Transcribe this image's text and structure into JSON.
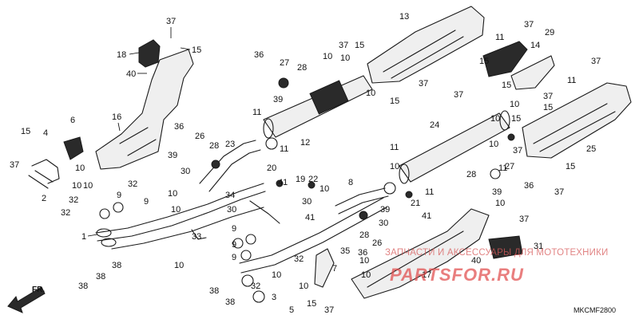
{
  "diagram": {
    "code": "MKCMF2800",
    "direction_label": "FR.",
    "watermark": {
      "line1": "ЗАПЧАСТИ И АКСЕССУАРЫ ДЛЯ МОТОТЕХНИКИ",
      "line2": "PARTSFOR.RU"
    },
    "callouts": [
      "1",
      "2",
      "3",
      "4",
      "5",
      "6",
      "7",
      "8",
      "9",
      "10",
      "11",
      "12",
      "13",
      "14",
      "15",
      "16",
      "17",
      "18",
      "19",
      "20",
      "21",
      "22",
      "23",
      "24",
      "25",
      "26",
      "27",
      "28",
      "29",
      "30",
      "31",
      "32",
      "33",
      "34",
      "35",
      "36",
      "37",
      "38",
      "39",
      "40",
      "41"
    ]
  }
}
